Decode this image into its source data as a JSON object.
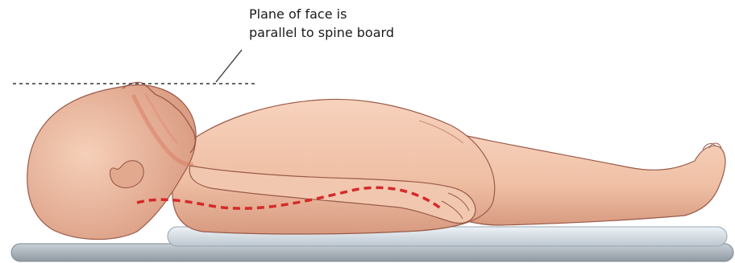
{
  "annotation": {
    "line1": "Plane of face is",
    "line2": "parallel to spine board"
  },
  "colors": {
    "skin": "#efbfa4",
    "skin_shadow": "#d99b82",
    "outline": "#9a5a48",
    "spine_line": "#d42a2a",
    "board": "#aeb6be",
    "pad": "#dbe3ea"
  },
  "icons": [
    "infant-figure",
    "spine-board",
    "padding"
  ]
}
